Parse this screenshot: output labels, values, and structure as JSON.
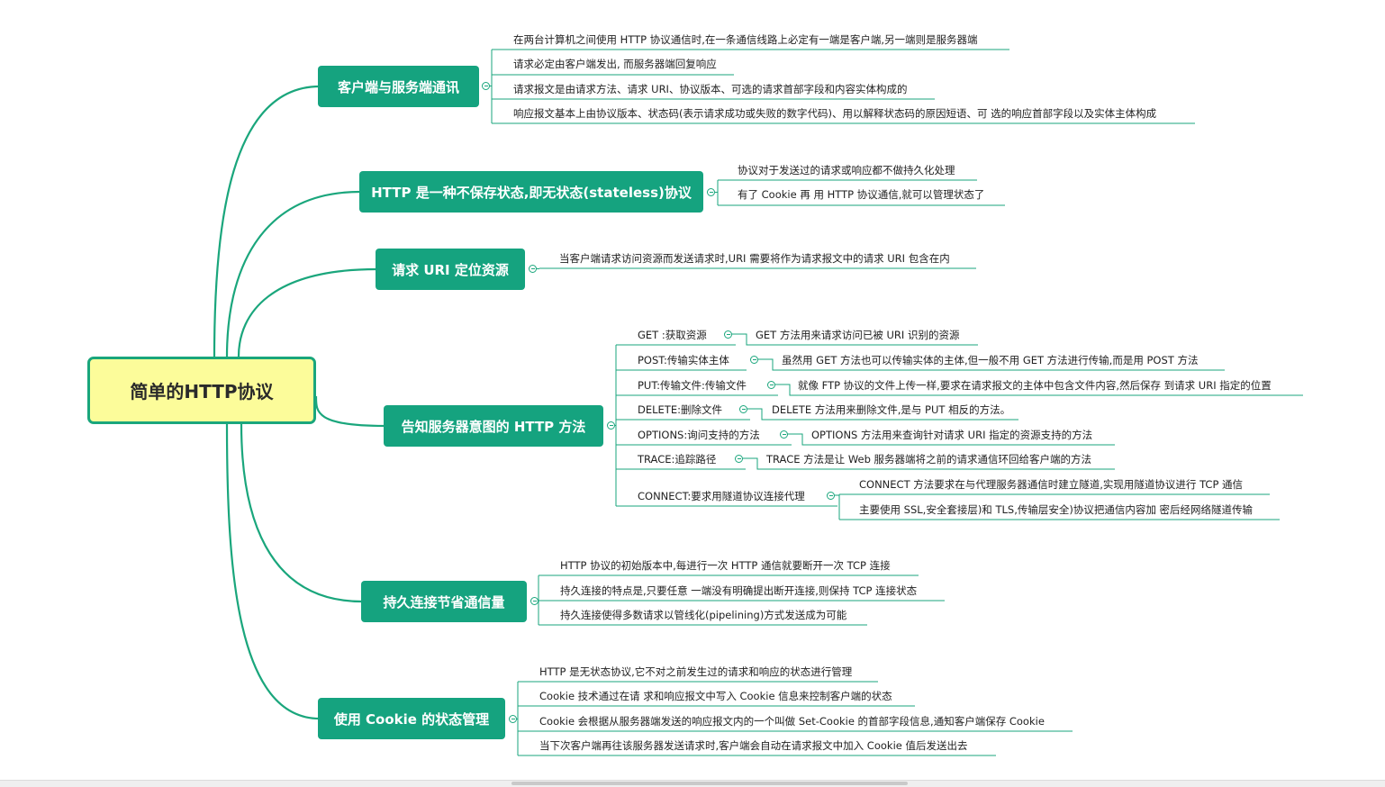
{
  "root": {
    "label": "简单的HTTP协议"
  },
  "colors": {
    "accent": "#15a37f",
    "root_fill": "#fcfc9a",
    "root_border": "#1aa67c",
    "line": "#1aa67c"
  },
  "branches": [
    {
      "label": "客户端与服务端通讯",
      "items": [
        "在两台计算机之间使用 HTTP 协议通信时,在一条通信线路上必定有一端是客户端,另一端则是服务器端",
        "请求必定由客户端发出, 而服务器端回复响应",
        "请求报文是由请求方法、请求 URI、协议版本、可选的请求首部字段和内容实体构成的",
        "响应报文基本上由协议版本、状态码(表示请求成功或失败的数字代码)、用以解释状态码的原因短语、可 选的响应首部字段以及实体主体构成"
      ]
    },
    {
      "label": "HTTP 是一种不保存状态,即无状态(stateless)协议",
      "items": [
        "协议对于发送过的请求或响应都不做持久化处理",
        "有了 Cookie 再 用 HTTP 协议通信,就可以管理状态了"
      ]
    },
    {
      "label": "请求 URI 定位资源",
      "items": [
        "当客户端请求访问资源而发送请求时,URI 需要将作为请求报文中的请求 URI 包含在内"
      ]
    },
    {
      "label": "告知服务器意图的 HTTP 方法",
      "methods": [
        {
          "name": "GET :获取资源",
          "details": [
            "GET 方法用来请求访问已被 URI 识别的资源"
          ]
        },
        {
          "name": "POST:传输实体主体",
          "details": [
            "虽然用 GET 方法也可以传输实体的主体,但一般不用 GET 方法进行传输,而是用 POST 方法"
          ]
        },
        {
          "name": "PUT:传输文件:传输文件",
          "details": [
            "就像 FTP 协议的文件上传一样,要求在请求报文的主体中包含文件内容,然后保存 到请求 URI 指定的位置"
          ]
        },
        {
          "name": "DELETE:删除文件",
          "details": [
            "DELETE 方法用来删除文件,是与 PUT 相反的方法。"
          ]
        },
        {
          "name": "OPTIONS:询问支持的方法",
          "details": [
            "OPTIONS 方法用来查询针对请求 URI 指定的资源支持的方法"
          ]
        },
        {
          "name": "TRACE:追踪路径",
          "details": [
            "TRACE 方法是让 Web 服务器端将之前的请求通信环回给客户端的方法"
          ]
        },
        {
          "name": "CONNECT:要求用隧道协议连接代理",
          "details": [
            "CONNECT 方法要求在与代理服务器通信时建立隧道,实现用隧道协议进行 TCP 通信",
            "主要使用 SSL,安全套接层)和 TLS,传输层安全)协议把通信内容加 密后经网络隧道传输"
          ]
        }
      ]
    },
    {
      "label": "持久连接节省通信量",
      "items": [
        "HTTP 协议的初始版本中,每进行一次 HTTP 通信就要断开一次 TCP 连接",
        "持久连接的特点是,只要任意 一端没有明确提出断开连接,则保持 TCP 连接状态",
        "持久连接使得多数请求以管线化(pipelining)方式发送成为可能"
      ]
    },
    {
      "label": "使用 Cookie 的状态管理",
      "items": [
        "HTTP 是无状态协议,它不对之前发生过的请求和响应的状态进行管理",
        "Cookie 技术通过在请 求和响应报文中写入 Cookie 信息来控制客户端的状态",
        "Cookie 会根据从服务器端发送的响应报文内的一个叫做 Set-Cookie 的首部字段信息,通知客户端保存 Cookie",
        "当下次客户端再往该服务器发送请求时,客户端会自动在请求报文中加入 Cookie 值后发送出去"
      ]
    }
  ]
}
